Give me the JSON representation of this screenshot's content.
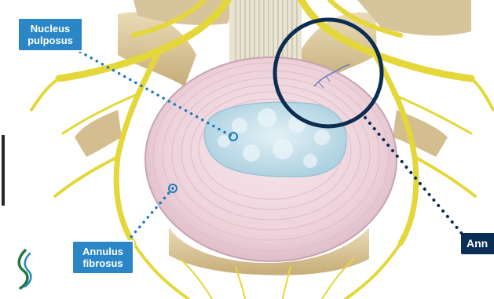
{
  "labels": {
    "nucleus_line1": "Nucleus",
    "nucleus_line2": "pulposus",
    "annulus_line1": "Annulus",
    "annulus_line2": "fibrosus",
    "annulus_cut": "Ann"
  },
  "colors": {
    "label_blue": "#2a86c6",
    "label_navy": "#0a2e55",
    "nerve_yellow": "#e8dc3a",
    "disc_pink": "#f1d7df",
    "nucleus_blue": "#cde3ec",
    "bone": "#dcc9a0"
  },
  "icons": {
    "logo": "spine-logo-icon"
  }
}
